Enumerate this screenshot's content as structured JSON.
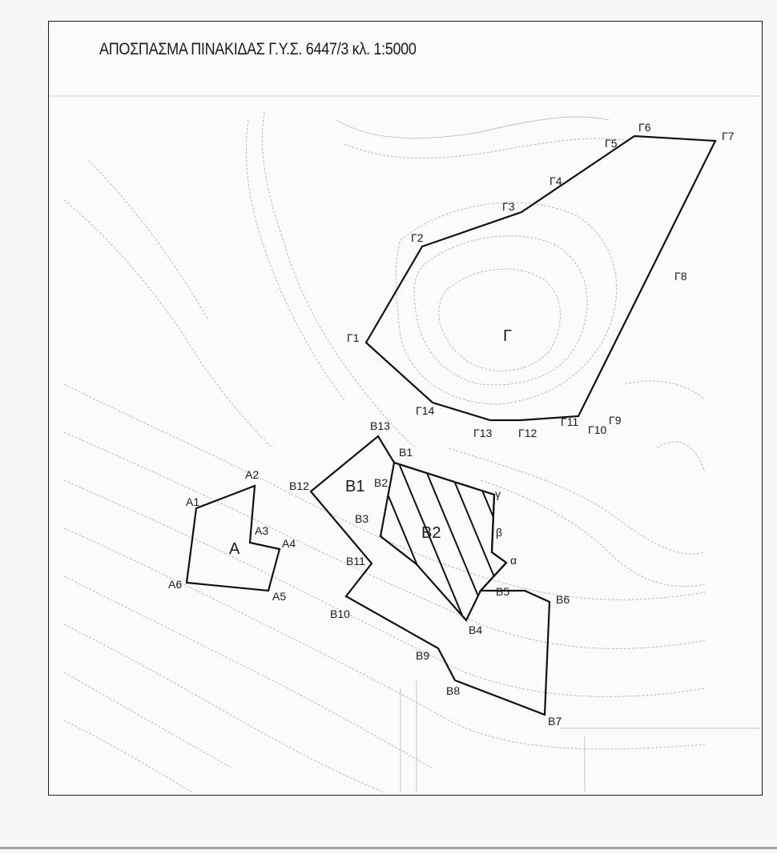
{
  "title": "ΑΠΟΣΠΑΣΜΑ ΠΙΝΑΚΙΔΑΣ Γ.Υ.Σ. 6447/3 κλ. 1:5000",
  "parcels": {
    "A": {
      "name": "A",
      "points": [
        "A1",
        "A2",
        "A3",
        "A4",
        "A5",
        "A6"
      ]
    },
    "B": {
      "name": "B1",
      "points": [
        "B1",
        "B2",
        "B3",
        "B4",
        "B5",
        "B6",
        "B7",
        "B8",
        "B9",
        "B10",
        "B11",
        "B12",
        "B13"
      ]
    },
    "B2": {
      "name": "B2",
      "points": [
        "α",
        "β",
        "γ"
      ]
    },
    "G": {
      "name": "Γ",
      "points": [
        "Γ1",
        "Γ2",
        "Γ3",
        "Γ4",
        "Γ5",
        "Γ6",
        "Γ7",
        "Γ8",
        "Γ9",
        "Γ10",
        "Γ11",
        "Γ12",
        "Γ13",
        "Γ14"
      ]
    }
  }
}
